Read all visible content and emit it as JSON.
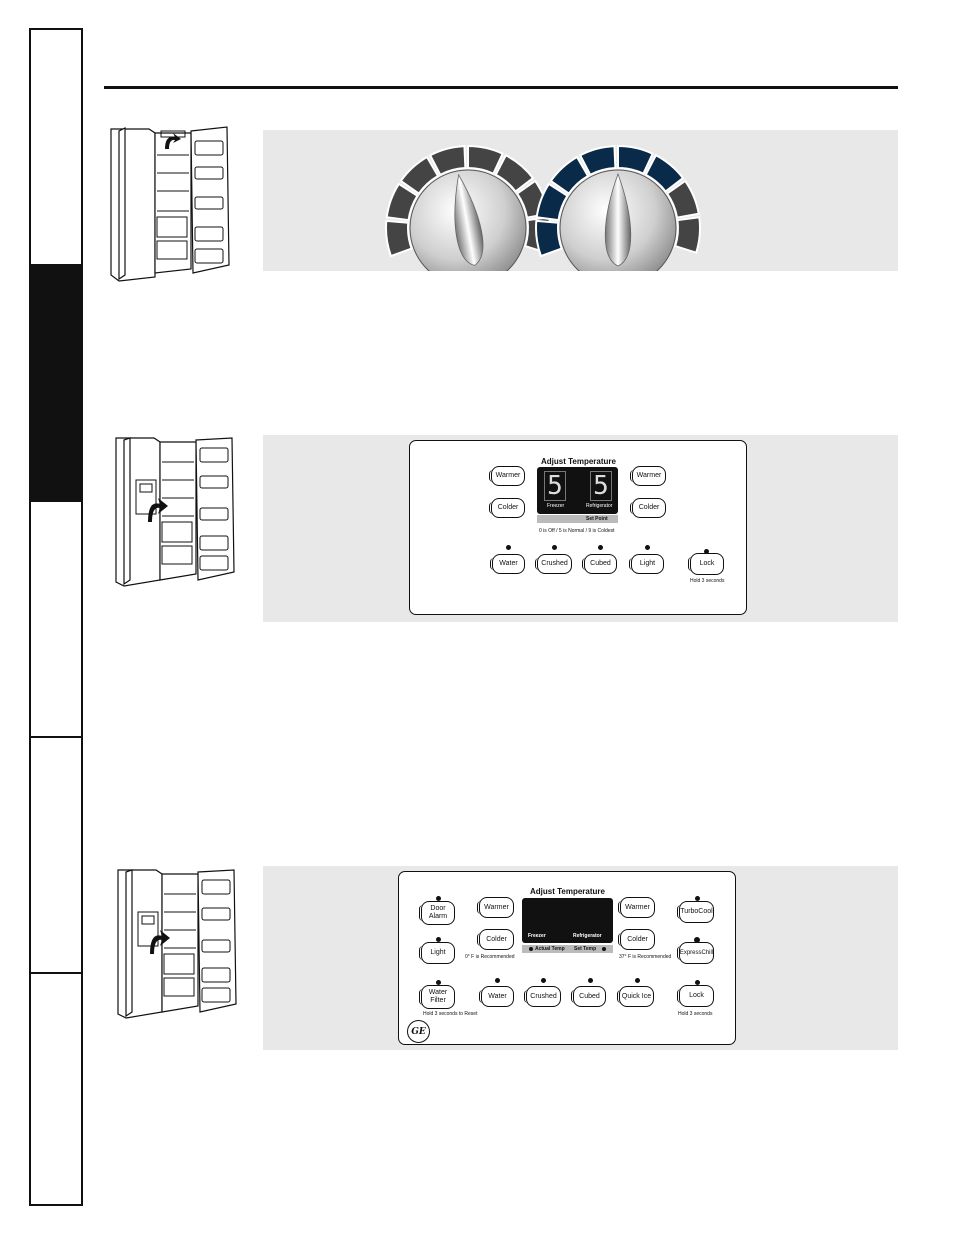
{
  "dials": {
    "left_color": "#444444",
    "right_color": "#0a2a4a"
  },
  "panel2": {
    "title": "Adjust Temperature",
    "buttons": {
      "warmer_left": "Warmer",
      "colder_left": "Colder",
      "warmer_right": "Warmer",
      "colder_right": "Colder",
      "water": "Water",
      "crushed": "Crushed",
      "cubed": "Cubed",
      "light": "Light",
      "lock": "Lock"
    },
    "display": {
      "freezer_value": "5",
      "refrigerator_value": "5",
      "freezer_label": "Freezer",
      "refrigerator_label": "Refrigerator",
      "set_point": "Set Point"
    },
    "scale_note": "0 is Off / 5 is Normal / 9 is Coldest",
    "lock_note": "Hold 3 seconds"
  },
  "panel3": {
    "title": "Adjust Temperature",
    "buttons": {
      "door_alarm_1": "Door",
      "door_alarm_2": "Alarm",
      "light": "Light",
      "water_filter_1": "Water",
      "water_filter_2": "Filter",
      "warmer_left": "Warmer",
      "colder_left": "Colder",
      "warmer_right": "Warmer",
      "colder_right": "Colder",
      "turbocool": "TurboCool",
      "expresschill": "ExpressChill",
      "water": "Water",
      "crushed": "Crushed",
      "cubed": "Cubed",
      "quick_ice": "Quick Ice",
      "lock": "Lock"
    },
    "display": {
      "freezer_label": "Freezer",
      "refrigerator_label": "Refrigerator",
      "actual_temp": "Actual Temp",
      "set_temp": "Set Temp"
    },
    "freezer_note": "0° F is Recommended",
    "fridge_note": "37° F is Recommended",
    "reset_note": "Hold 3 seconds to Reset",
    "lock_note": "Hold 3 seconds",
    "logo": "GE"
  }
}
